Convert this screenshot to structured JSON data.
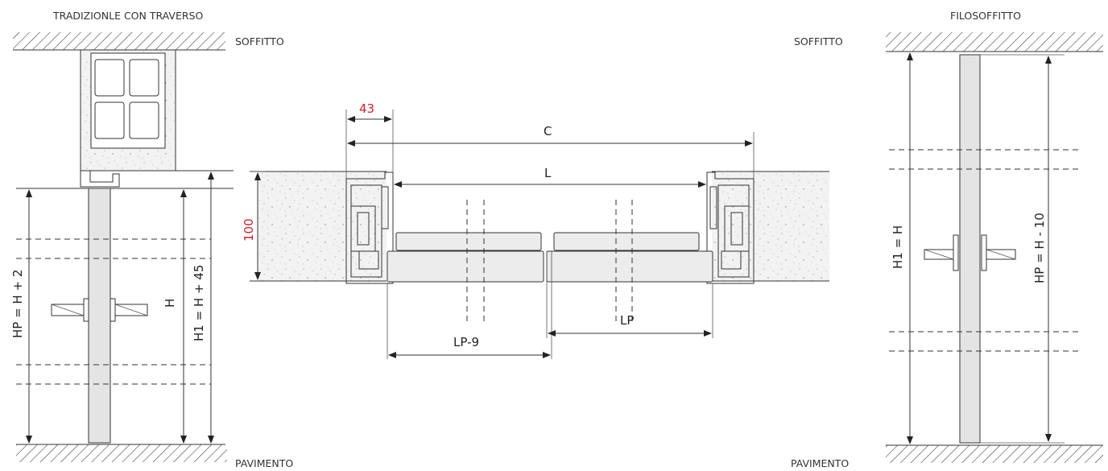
{
  "left_view": {
    "title": "TRADIZIONLE CON TRAVERSO",
    "ceiling_label": "SOFFITTO",
    "floor_label": "PAVIMENTO",
    "dim_hp": "HP = H + 2",
    "dim_h": "H",
    "dim_h1": "H1 = H + 45"
  },
  "center_view": {
    "dim_frame_width": "43",
    "dim_c": "C",
    "dim_l": "L",
    "dim_wall": "100",
    "dim_lp9": "LP-9",
    "dim_lp": "LP"
  },
  "right_view": {
    "title": "FILOSOFFITTO",
    "ceiling_label": "SOFFITTO",
    "floor_label": "PAVIMENTO",
    "dim_h1": "H1 = H",
    "dim_hp": "HP = H - 10"
  },
  "colors": {
    "accent_dimension": "#d0202a",
    "line": "#333333"
  }
}
